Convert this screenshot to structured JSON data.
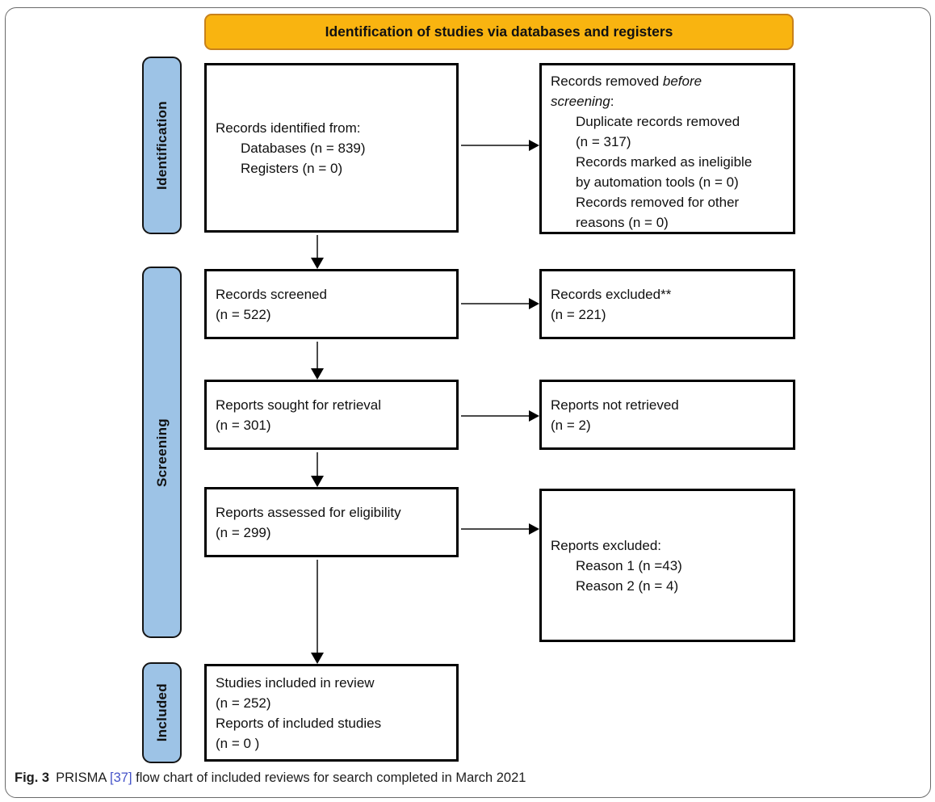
{
  "banner": {
    "title": "Identification of studies via databases and registers"
  },
  "stages": {
    "identification": "Identification",
    "screening": "Screening",
    "included": "Included"
  },
  "boxes": {
    "records_identified": {
      "line1": "Records identified from:",
      "line2": "Databases (n = 839)",
      "line3": "Registers (n = 0)"
    },
    "records_removed": {
      "line1_plain": "Records removed ",
      "line1_italic": "before",
      "line2_italic": "screening",
      "line2_plain": ":",
      "item1_line1": "Duplicate records removed",
      "item1_line2": "(n = 317)",
      "item2_line1": "Records marked as ineligible",
      "item2_line2": "by automation tools (n = 0)",
      "item3_line1": "Records removed for other",
      "item3_line2": "reasons (n = 0)"
    },
    "records_screened": {
      "line1": "Records screened",
      "line2": "(n = 522)"
    },
    "records_excluded": {
      "line1": "Records excluded**",
      "line2": "(n = 221)"
    },
    "reports_sought": {
      "line1": "Reports sought for retrieval",
      "line2": "(n = 301)"
    },
    "reports_not_retrieved": {
      "line1": "Reports not retrieved",
      "line2": "(n = 2)"
    },
    "reports_assessed": {
      "line1": "Reports assessed for eligibility",
      "line2": "(n = 299)"
    },
    "reports_excluded": {
      "line1": "Reports excluded:",
      "reason1": "Reason 1 (n =43)",
      "reason2": "Reason 2 (n = 4)"
    },
    "studies_included": {
      "line1": "Studies included in review",
      "line2": "(n = 252)",
      "line3": "Reports of included studies",
      "line4": "(n = 0 )"
    }
  },
  "caption": {
    "fig_label": "Fig. 3",
    "text_before_ref": "PRISMA ",
    "ref": "[37]",
    "text_after_ref": " flow chart of included reviews for search completed in March 2021"
  },
  "colors": {
    "banner_fill": "#F9B410",
    "banner_border": "#C8811B",
    "stage_fill": "#9DC3E6",
    "ref_link": "#4553C8"
  }
}
